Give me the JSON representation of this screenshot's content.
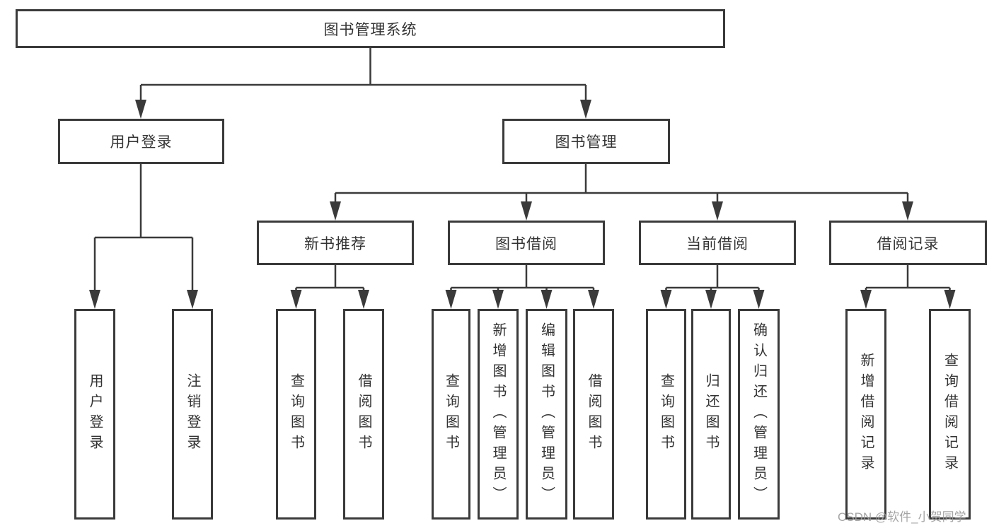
{
  "nodes": {
    "root": {
      "label": "图书管理系统"
    },
    "level2": [
      {
        "label": "用户登录"
      },
      {
        "label": "图书管理"
      }
    ],
    "level3": [
      {
        "label": "新书推荐"
      },
      {
        "label": "图书借阅"
      },
      {
        "label": "当前借阅"
      },
      {
        "label": "借阅记录"
      }
    ],
    "leaves": {
      "user_login": [
        "用户登录",
        "注销登录"
      ],
      "new_book": [
        "查询图书",
        "借阅图书"
      ],
      "borrow": [
        "查询图书",
        "新增图书（管理员）",
        "编辑图书（管理员）",
        "借阅图书"
      ],
      "current": [
        "查询图书",
        "归还图书",
        "确认归还（管理员）"
      ],
      "records": [
        "新增借阅记录",
        "查询借阅记录"
      ]
    }
  },
  "watermark": "CSDN @软件_小贺同学",
  "colors": {
    "line": "#3a3a3a",
    "text": "#333333",
    "watermark": "#9c9c9c",
    "background": "#ffffff"
  }
}
